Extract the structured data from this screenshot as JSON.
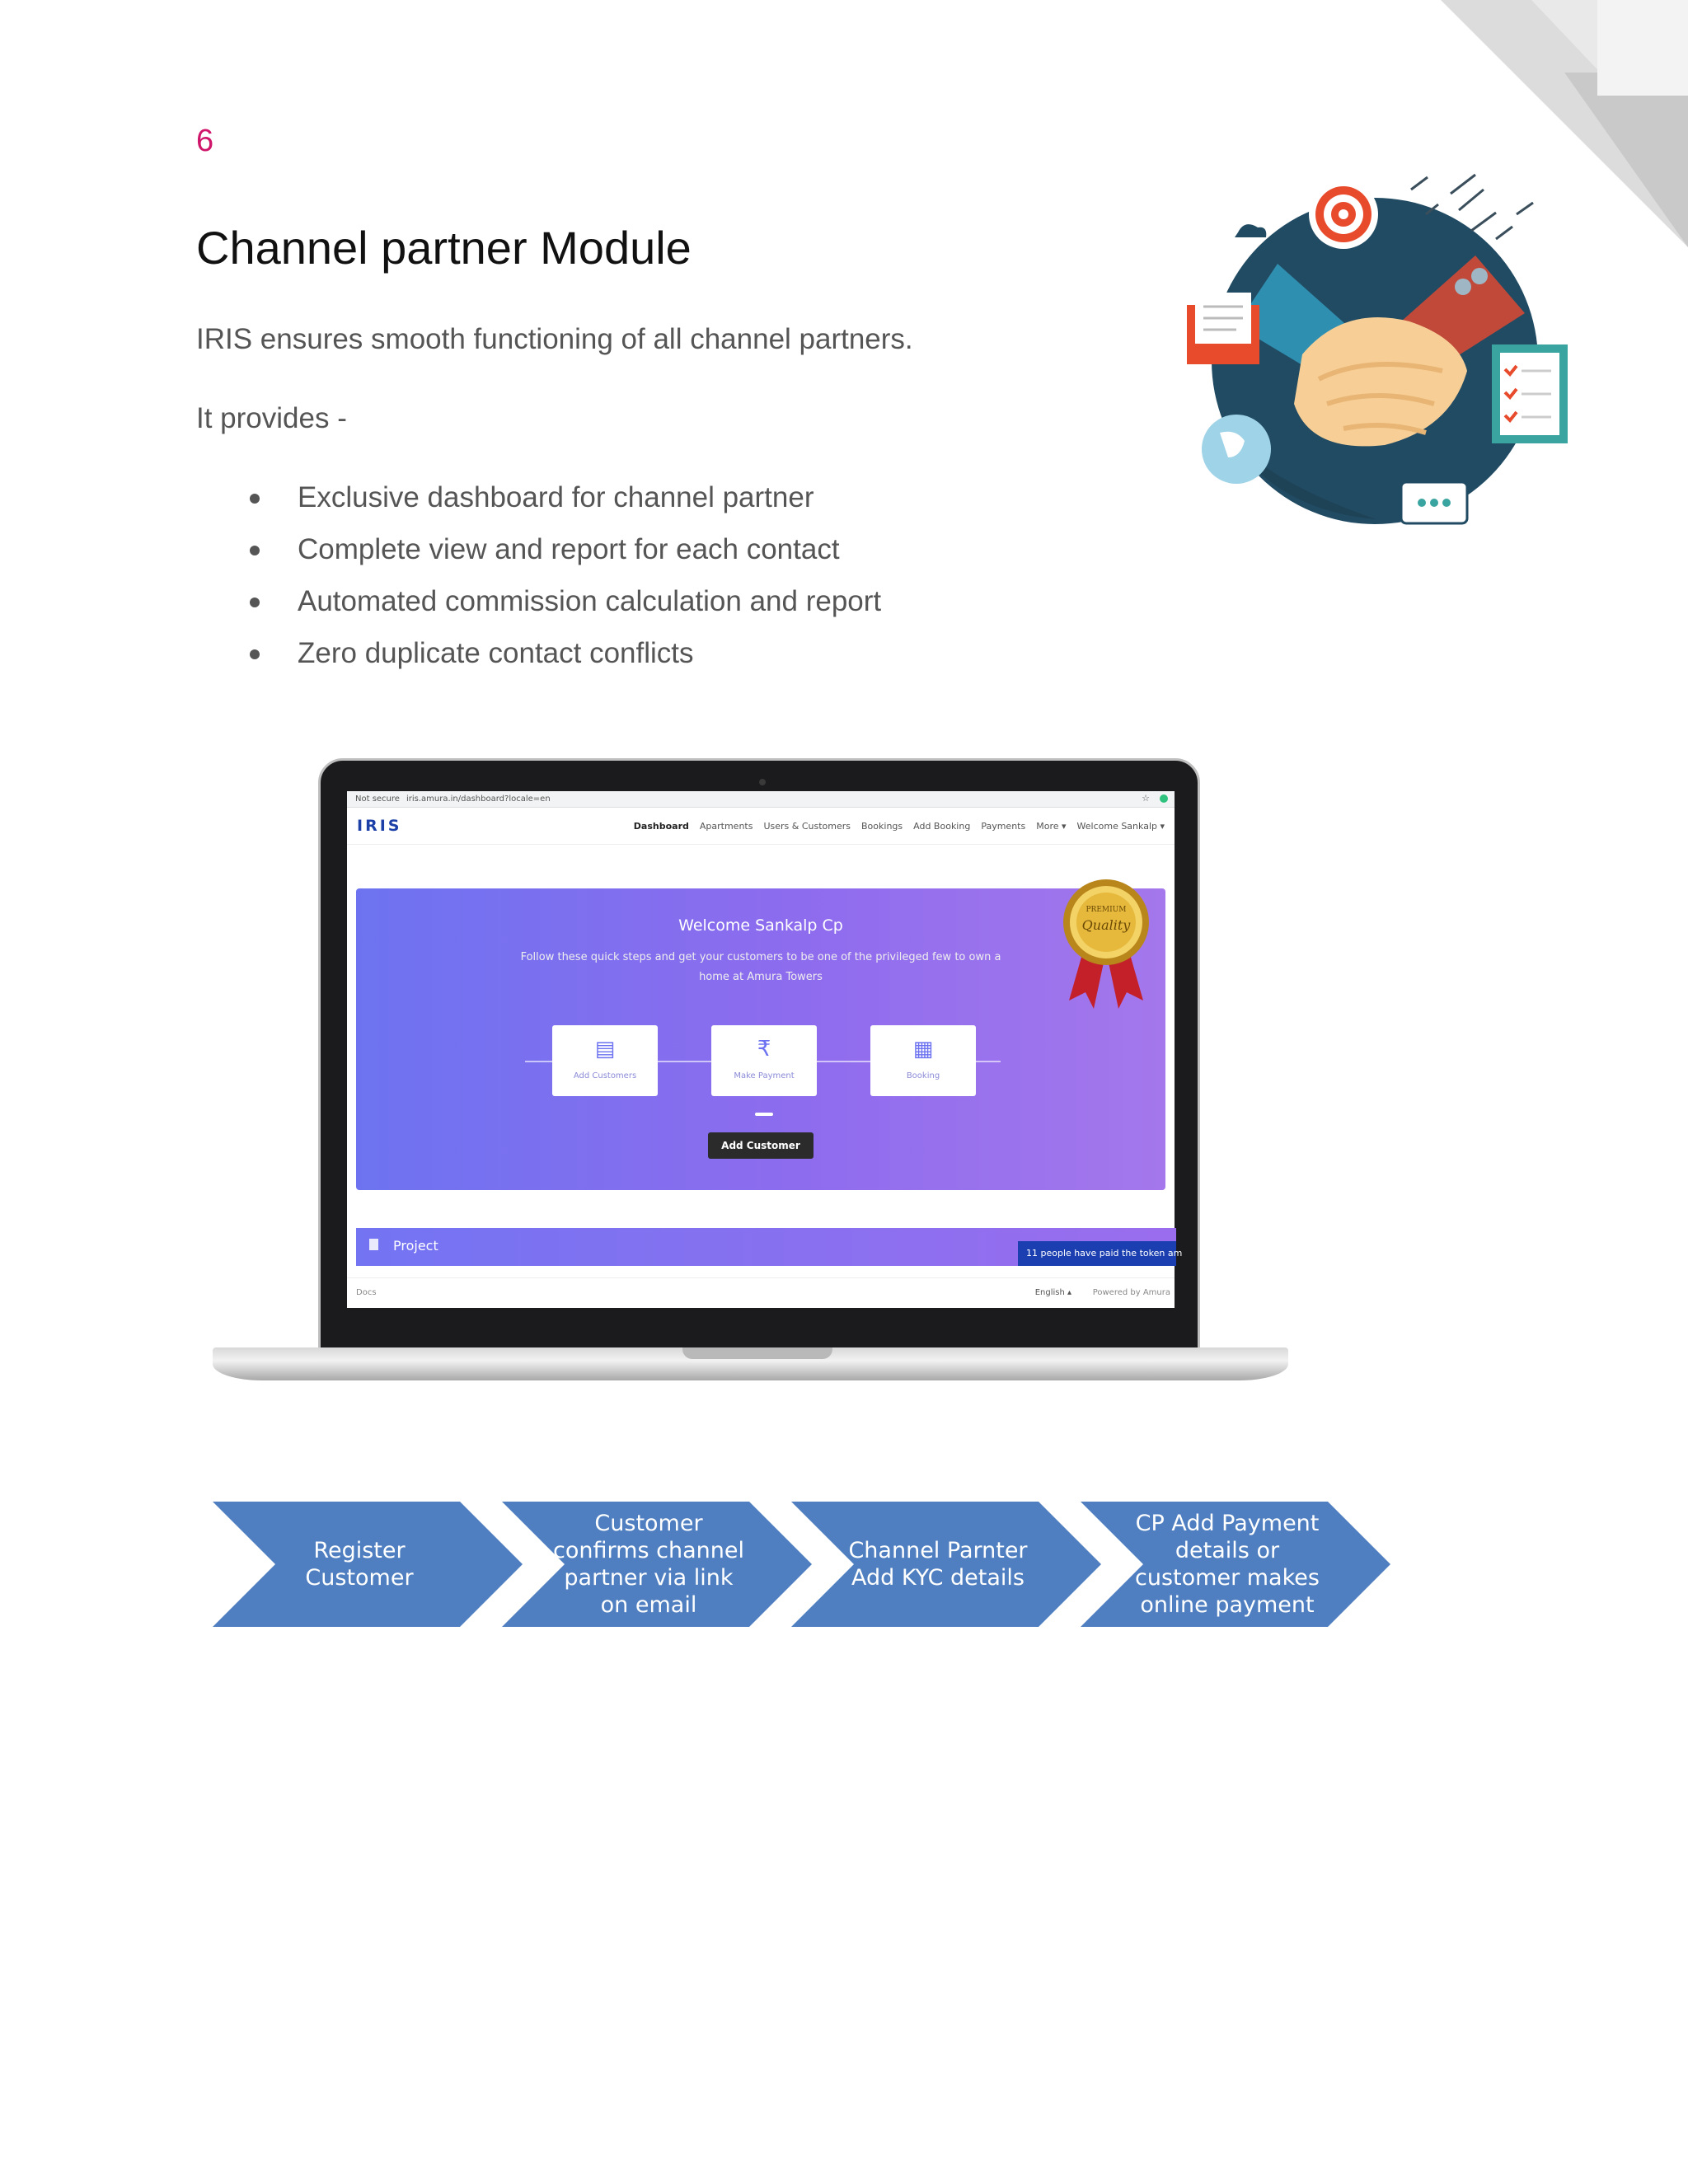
{
  "page": {
    "number": "6",
    "title": "Channel partner Module",
    "intro": "IRIS ensures smooth functioning of all channel partners.",
    "provides": "It provides -",
    "bullets": [
      "Exclusive dashboard for channel partner",
      "Complete view and report for each contact",
      "Automated commission calculation and report",
      "Zero duplicate contact conflicts"
    ]
  },
  "screenshot": {
    "url": "iris.amura.in/dashboard?locale=en",
    "security": "Not secure",
    "brand": "IRIS",
    "nav": [
      "Dashboard",
      "Apartments",
      "Users & Customers",
      "Bookings",
      "Add Booking",
      "Payments",
      "More ▾",
      "Welcome Sankalp ▾"
    ],
    "welcome": "Welcome Sankalp Cp",
    "subtitle": "Follow these quick steps and get your customers to be one of the privileged few to own a home at Amura Towers",
    "steps": [
      "Add Customers",
      "Make Payment",
      "Booking"
    ],
    "button": "Add Customer",
    "medal_top": "PREMIUM",
    "medal_main": "Quality",
    "project": "Project",
    "ticker": "11 people have paid the token am",
    "footer_left": "Docs",
    "footer_lang": "English ▴",
    "footer_right": "Powered by Amura"
  },
  "process": [
    "Register Customer",
    "Customer confirms channel partner via link on email",
    "Channel Parnter Add KYC details",
    "CP Add Payment details or customer makes online payment"
  ],
  "colors": {
    "accent_pink": "#d0166a",
    "chevron_blue": "#4f7fc0",
    "banner_purple": "#8e6cee"
  }
}
